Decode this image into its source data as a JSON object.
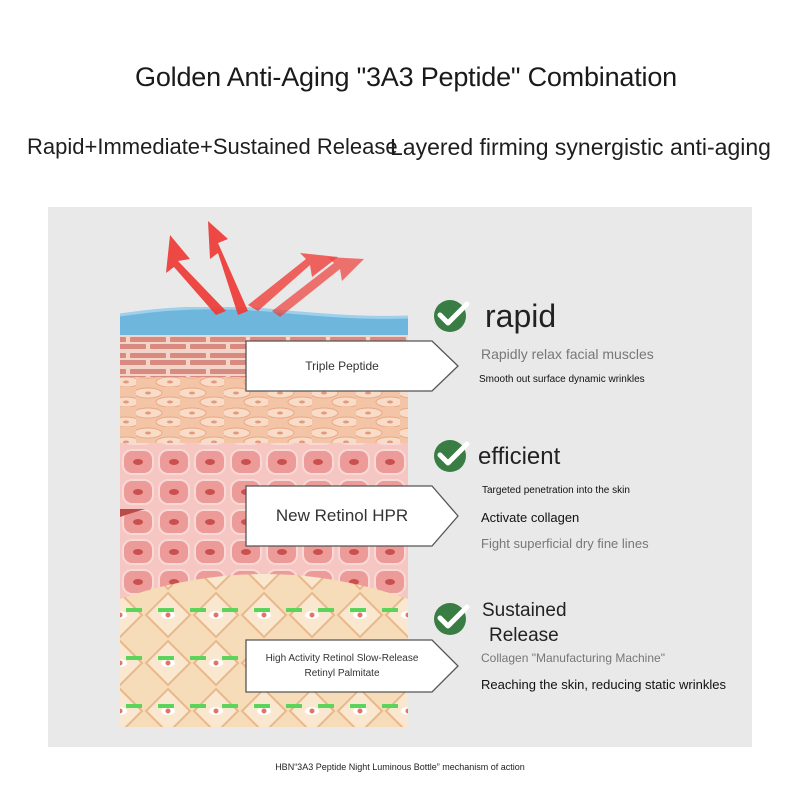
{
  "header": {
    "title": "Golden Anti-Aging \"3A3 Peptide\" Combination",
    "subtitle_left": "Rapid+Immediate+Sustained Release",
    "subtitle_right": "Layered firming synergistic anti-aging"
  },
  "tags": {
    "triple_peptide": "Triple Peptide",
    "new_retinol": "New Retinol HPR",
    "retinyl_palmitate": "High Activity Retinol Slow-Release Retinyl Palmitate"
  },
  "benefits": {
    "rapid": {
      "heading": "rapid",
      "line1": "Rapidly relax facial muscles",
      "line2": "Smooth out surface dynamic wrinkles"
    },
    "efficient": {
      "heading": "efficient",
      "line1": "Targeted penetration into the skin",
      "line2": "Activate collagen",
      "line3": "Fight superficial dry fine lines"
    },
    "sustained": {
      "heading_line1": "Sustained",
      "heading_line2": "Release",
      "line1": "Collagen \"Manufacturing Machine\"",
      "line2": "Reaching the skin, reducing static wrinkles"
    }
  },
  "caption": "HBN“3A3 Peptide Night Luminous Bottle” mechanism of action",
  "icons": {
    "check": "check-circle-icon",
    "arrows": "upward-arrows-icon"
  },
  "colors": {
    "check_green": "#3a7d44",
    "arrow_red": "#ee3b35",
    "skin_blue": "#6fb6dc",
    "panel_gray": "#e9e9e9"
  }
}
